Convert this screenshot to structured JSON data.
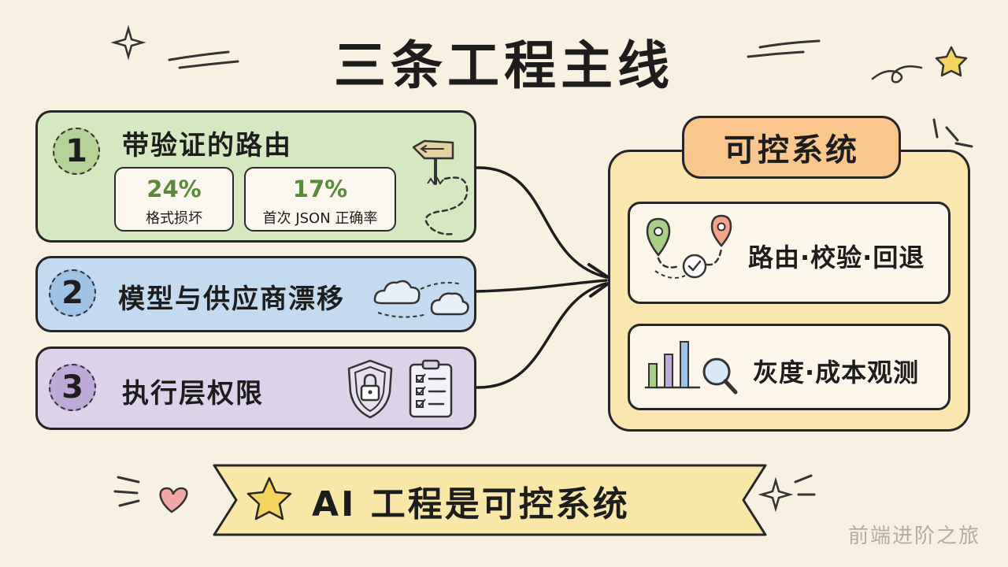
{
  "title": "三条工程主线",
  "lanes": [
    {
      "number": "1",
      "title": "带验证的路由",
      "stats": [
        {
          "value": "24%",
          "label": "格式损坏"
        },
        {
          "value": "17%",
          "label": "首次 JSON 正确率"
        }
      ]
    },
    {
      "number": "2",
      "title": "模型与供应商漂移"
    },
    {
      "number": "3",
      "title": "执行层权限"
    }
  ],
  "system": {
    "title": "可控系统",
    "cards": [
      {
        "label": "路由·校验·回退"
      },
      {
        "label": "灰度·成本观测"
      }
    ]
  },
  "banner": {
    "text": "AI 工程是可控系统"
  },
  "watermark": "前端进阶之旅",
  "colors": {
    "background": "#f8f1e2",
    "lane1": "#d6e8bf",
    "lane2": "#c4daf0",
    "lane3": "#dcd2ea",
    "system_panel": "#fbe6b0",
    "system_title": "#f9c68d",
    "banner": "#f9e7a8",
    "accent_green": "#5a8a3a"
  }
}
